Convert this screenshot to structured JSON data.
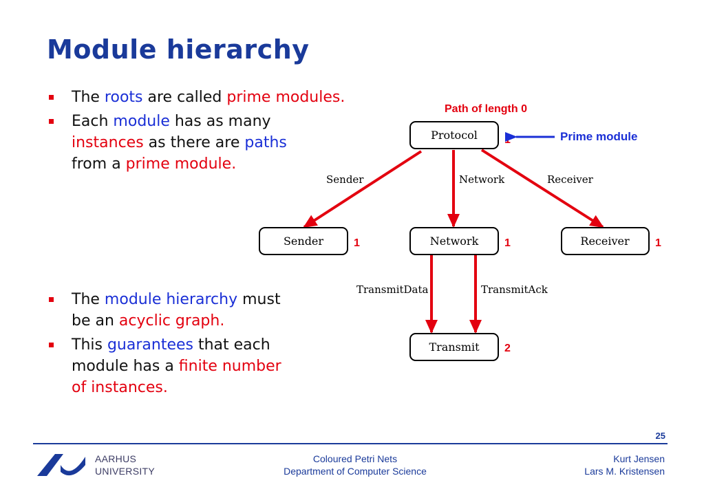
{
  "title": "Module hierarchy",
  "bullets_top": [
    {
      "parts": [
        {
          "t": "The ",
          "c": "k"
        },
        {
          "t": "roots",
          "c": "b"
        },
        {
          "t": " are called ",
          "c": "k"
        },
        {
          "t": "prime modules.",
          "c": "r"
        }
      ]
    },
    {
      "parts": [
        {
          "t": "Each ",
          "c": "k"
        },
        {
          "t": "module",
          "c": "b"
        },
        {
          "t": " has as many",
          "c": "k"
        },
        {
          "br": true
        },
        {
          "t": "instances",
          "c": "r"
        },
        {
          "t": " as there are ",
          "c": "k"
        },
        {
          "t": "paths",
          "c": "b"
        },
        {
          "br": true
        },
        {
          "t": "from a ",
          "c": "k"
        },
        {
          "t": "prime module.",
          "c": "r"
        }
      ]
    }
  ],
  "bullets_bottom": [
    {
      "parts": [
        {
          "t": "The ",
          "c": "k"
        },
        {
          "t": "module hierarchy",
          "c": "b"
        },
        {
          "t": " must",
          "c": "k"
        },
        {
          "br": true
        },
        {
          "t": "be an ",
          "c": "k"
        },
        {
          "t": "acyclic graph.",
          "c": "r"
        }
      ]
    },
    {
      "parts": [
        {
          "t": "This ",
          "c": "k"
        },
        {
          "t": "guarantees",
          "c": "b"
        },
        {
          "t": " that each",
          "c": "k"
        },
        {
          "br": true
        },
        {
          "t": "module has a ",
          "c": "k"
        },
        {
          "t": "finite number",
          "c": "r"
        },
        {
          "br": true
        },
        {
          "t": "of instances.",
          "c": "r"
        }
      ]
    }
  ],
  "diagram": {
    "path_label": "Path of length 0",
    "prime_label": "Prime module",
    "nodes": {
      "protocol": {
        "label": "Protocol",
        "count": "1"
      },
      "sender": {
        "label": "Sender",
        "count": "1"
      },
      "network": {
        "label": "Network",
        "count": "1"
      },
      "receiver": {
        "label": "Receiver",
        "count": "1"
      },
      "transmit": {
        "label": "Transmit",
        "count": "2"
      }
    },
    "edges": {
      "sender": "Sender",
      "network": "Network",
      "receiver": "Receiver",
      "transmit_data": "TransmitData",
      "transmit_ack": "TransmitAck"
    },
    "colors": {
      "arrow": "#e3000f",
      "count": "#e3000f",
      "prime": "#1a2fd6"
    }
  },
  "footer": {
    "page": "25",
    "course": "Coloured Petri Nets",
    "department": "Department of Computer Science",
    "author1": "Kurt Jensen",
    "author2": "Lars M. Kristensen",
    "uni1": "AARHUS",
    "uni2": "UNIVERSITY"
  }
}
